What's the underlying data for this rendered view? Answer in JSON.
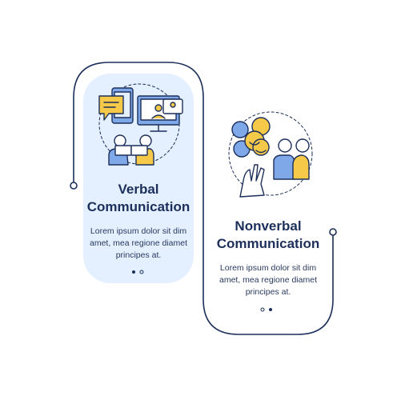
{
  "cards": [
    {
      "title_line1": "Verbal",
      "title_line2": "Communication",
      "body_line1": "Lorem ipsum dolor sit dim",
      "body_line2": "amet, mea regione diamet",
      "body_line3": "principes at.",
      "pager": [
        false,
        true
      ]
    },
    {
      "title_line1": "Nonverbal",
      "title_line2": "Communication",
      "body_line1": "Lorem ipsum dolor sit dim",
      "body_line2": "amet, mea regione diamet",
      "body_line3": "principes at.",
      "pager": [
        true,
        false
      ]
    }
  ],
  "colors": {
    "card_fill": "#e4efff",
    "outline": "#1c2f5a",
    "accent_yellow": "#f7c948",
    "accent_blue": "#7fa8e8"
  },
  "icons": [
    "verbal-communication-icon",
    "nonverbal-communication-icon"
  ]
}
